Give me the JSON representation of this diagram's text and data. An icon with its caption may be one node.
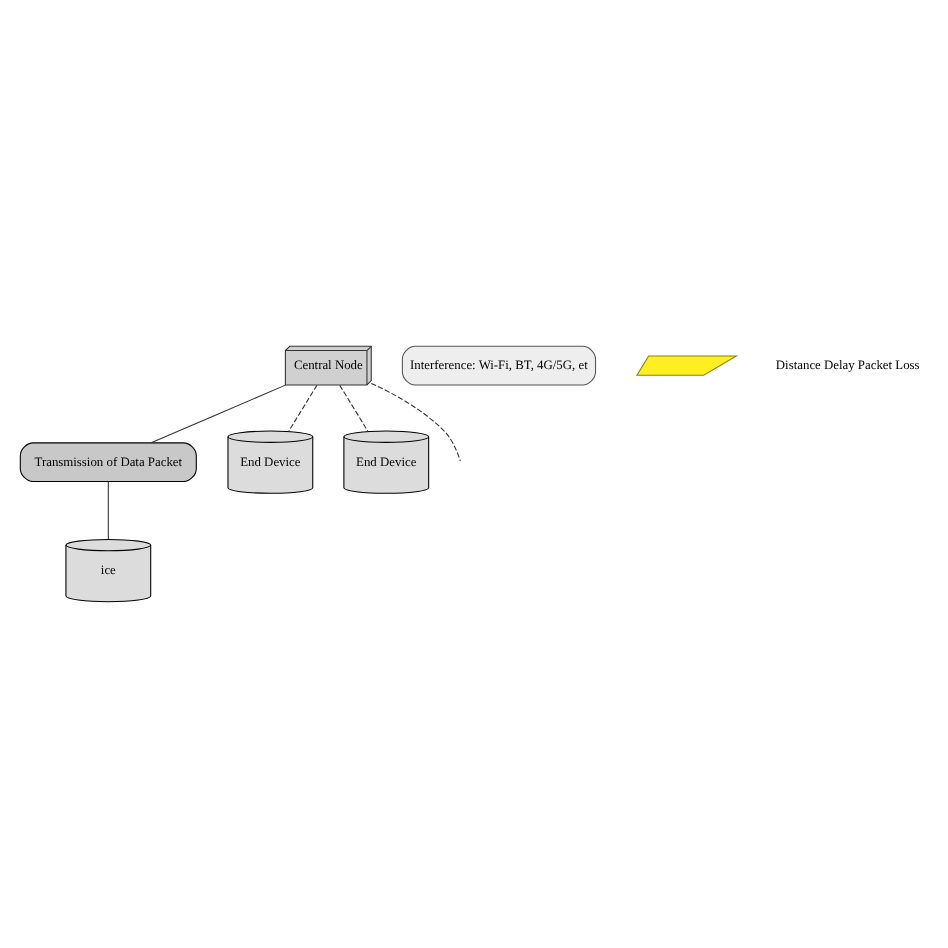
{
  "diagram": {
    "nodes": [
      {
        "text": [
          "Central Node"
        ]
      },
      {
        "text": [
          "Transmission of Data Packet"
        ]
      },
      {
        "text": [
          "ice"
        ]
      },
      {
        "text": [
          "End Device"
        ]
      },
      {
        "text": [
          "End Device"
        ]
      },
      {
        "text": [
          "Interference: Wi-Fi, BT, 4G/5G, et"
        ]
      },
      {
        "text": [],
        "shape": "lightning"
      }
    ],
    "edges": [
      {
        "from": 0,
        "to": 1,
        "arrow": "none"
      },
      {
        "from": 1,
        "to": 2,
        "arrow": "none"
      },
      {
        "from": 0,
        "to": 3,
        "arrow": "none",
        "style": "dashed"
      },
      {
        "from": 0,
        "to": 4,
        "arrow": "none",
        "style": "dashed"
      },
      {
        "from": 0,
        "to": null,
        "arrow": "none",
        "style": "dashed"
      }
    ],
    "labels": [
      "Distance Delay Packet Loss"
    ]
  }
}
